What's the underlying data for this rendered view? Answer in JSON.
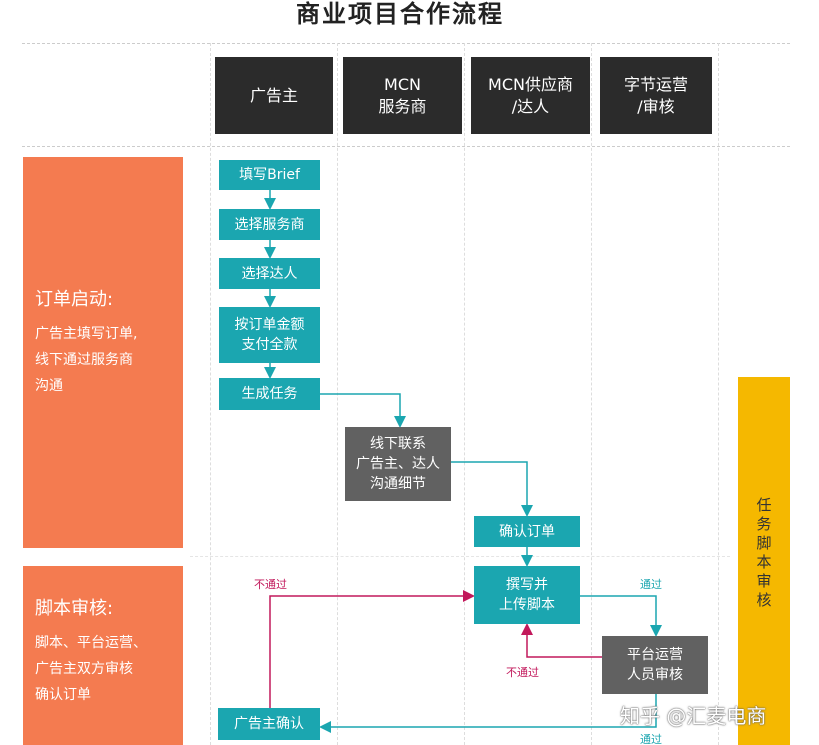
{
  "title": "商业项目合作流程",
  "lanes": [
    "广告主",
    "MCN\n服务商",
    "MCN供应商\n/达人",
    "字节运营\n/审核"
  ],
  "phases": [
    {
      "heading": "订单启动:",
      "desc": "广告主填写订单,\n线下通过服务商\n沟通"
    },
    {
      "heading": "脚本审核:",
      "desc": "脚本、平台运营、\n广告主双方审核\n确认订单"
    }
  ],
  "side_label": "任务脚本审核",
  "steps": {
    "brief": "填写Brief",
    "select_provider": "选择服务商",
    "select_talent": "选择达人",
    "pay": "按订单金额\n支付全款",
    "create_task": "生成任务",
    "offline_contact": "线下联系\n广告主、达人\n沟通细节",
    "confirm_order": "确认订单",
    "write_script": "撰写并\n上传脚本",
    "platform_review": "平台运营\n人员审核",
    "advertiser_confirm": "广告主确认"
  },
  "edge_labels": {
    "fail_left": "不通过",
    "pass_right": "通过",
    "fail_mid": "不通过",
    "pass_bottom": "通过"
  },
  "watermark": "知乎 @汇麦电商",
  "colors": {
    "teal": "#1BA6B0",
    "gray": "#616161",
    "orange": "#F47B50",
    "yellow": "#F5B800",
    "pink": "#C2185B"
  }
}
